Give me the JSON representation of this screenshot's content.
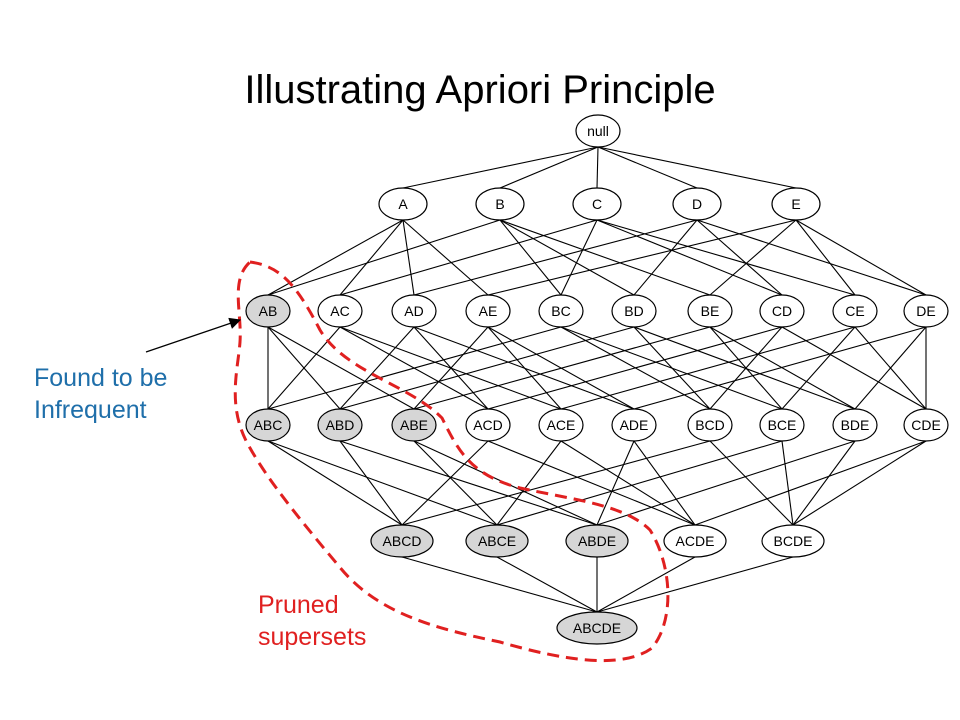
{
  "title": "Illustrating Apriori Principle",
  "colors": {
    "pruned_fill": "#d6d6d6",
    "open_fill": "#ffffff",
    "edge": "#000000",
    "annotation_blue": "#1f6faa",
    "prune_boundary": "#e02020"
  },
  "annotations": {
    "infrequent": "Found to be\nInfrequent",
    "pruned": "Pruned\nsupersets"
  },
  "levels": [
    [
      "null"
    ],
    [
      "A",
      "B",
      "C",
      "D",
      "E"
    ],
    [
      "AB",
      "AC",
      "AD",
      "AE",
      "BC",
      "BD",
      "BE",
      "CD",
      "CE",
      "DE"
    ],
    [
      "ABC",
      "ABD",
      "ABE",
      "ACD",
      "ACE",
      "ADE",
      "BCD",
      "BCE",
      "BDE",
      "CDE"
    ],
    [
      "ABCD",
      "ABCE",
      "ABDE",
      "ACDE",
      "BCDE"
    ],
    [
      "ABCDE"
    ]
  ],
  "pruned_itemsets": [
    "AB",
    "ABC",
    "ABD",
    "ABE",
    "ABCD",
    "ABCE",
    "ABDE",
    "ABCDE"
  ],
  "infrequent_itemset": "AB"
}
